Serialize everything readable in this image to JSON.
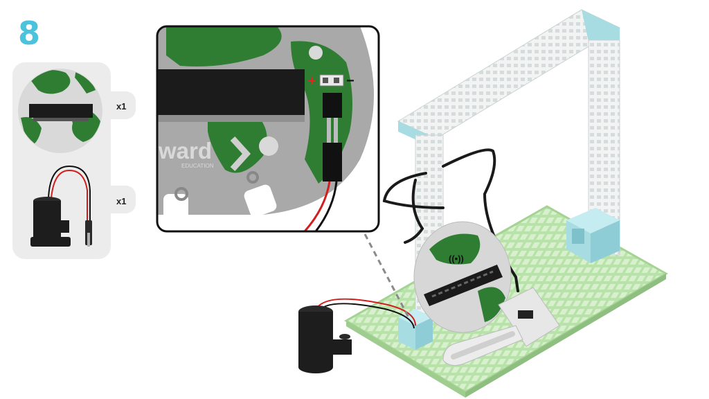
{
  "step": {
    "number": "8",
    "color": "#4cc3dc"
  },
  "parts": [
    {
      "name": "microbit-board",
      "quantity": "x1"
    },
    {
      "name": "water-pump",
      "quantity": "x1"
    }
  ],
  "zoom": {
    "brand_text": "ward",
    "brand_sub": "EDUCATION",
    "plus_sign": "+",
    "minus_sign": "−",
    "plus_color": "#e52320"
  },
  "assembly": {
    "signal_symbol": "((•))"
  },
  "colors": {
    "panel_bg": "#ececec",
    "globe_green": "#2f7d32",
    "board_grey": "#a9a9a9",
    "baseplate_green": "#b7e2a8",
    "frame_white": "#f2f4f4",
    "connector_blue": "#a8dce3",
    "pump_black": "#1d1d1d",
    "wire_red": "#d21d1d"
  }
}
